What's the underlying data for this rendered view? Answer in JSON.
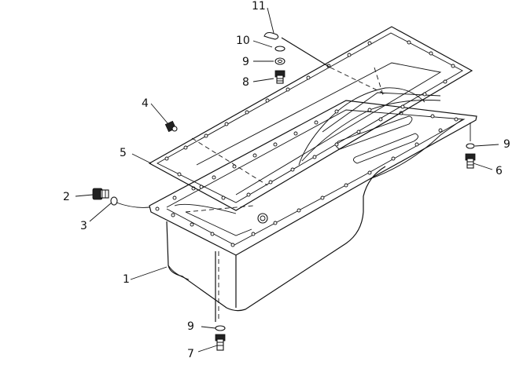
{
  "labels": {
    "l1": "1",
    "l2": "2",
    "l3": "3",
    "l4": "4",
    "l5": "5",
    "l6": "6",
    "l7": "7",
    "l8": "8",
    "l9a": "9",
    "l9b": "9",
    "l9c": "9",
    "l10": "10",
    "l11": "11"
  }
}
